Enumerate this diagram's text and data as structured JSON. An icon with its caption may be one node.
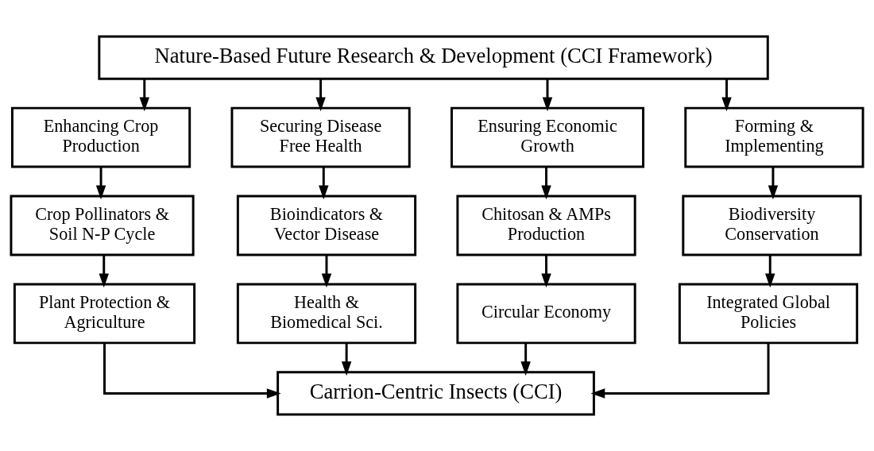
{
  "diagram": {
    "nodes": [
      {
        "text": [
          "Nature-Based Future Research & Development (CCI Framework)"
        ]
      },
      {
        "text": [
          "Enhancing Crop Production"
        ]
      },
      {
        "text": [
          "Securing Disease Free Health"
        ]
      },
      {
        "text": [
          "Ensuring Economic Growth"
        ]
      },
      {
        "text": [
          "Forming & Implementing"
        ]
      },
      {
        "text": [
          "Crop Pollinators & Soil N-P Cycle"
        ]
      },
      {
        "text": [
          "Bioindicators & Vector Disease"
        ]
      },
      {
        "text": [
          "Chitosan & AMPs Production"
        ]
      },
      {
        "text": [
          "Biodiversity Conservation"
        ]
      },
      {
        "text": [
          "Plant Protection & Agriculture"
        ]
      },
      {
        "text": [
          "Health & Biomedical Sci."
        ]
      },
      {
        "text": [
          "Circular Economy"
        ]
      },
      {
        "text": [
          "Integrated Global Policies"
        ]
      },
      {
        "text": [
          "Carrion-Centric Insects (CCI)"
        ]
      }
    ],
    "edges": [
      {
        "from": 0,
        "to": 1,
        "arrow": "to"
      },
      {
        "from": 0,
        "to": 2,
        "arrow": "to"
      },
      {
        "from": 0,
        "to": 3,
        "arrow": "to"
      },
      {
        "from": 0,
        "to": 4,
        "arrow": "to"
      },
      {
        "from": 1,
        "to": 5,
        "arrow": "to"
      },
      {
        "from": 5,
        "to": 9,
        "arrow": "to"
      },
      {
        "from": 2,
        "to": 6,
        "arrow": "to"
      },
      {
        "from": 6,
        "to": 10,
        "arrow": "to"
      },
      {
        "from": 3,
        "to": 7,
        "arrow": "to"
      },
      {
        "from": 7,
        "to": 11,
        "arrow": "to"
      },
      {
        "from": 4,
        "to": 8,
        "arrow": "to"
      },
      {
        "from": 8,
        "to": 12,
        "arrow": "to"
      },
      {
        "from": 9,
        "to": 13,
        "arrow": "to"
      },
      {
        "from": 10,
        "to": 13,
        "arrow": "to"
      },
      {
        "from": 11,
        "to": 13,
        "arrow": "to"
      },
      {
        "from": 12,
        "to": 13,
        "arrow": "to"
      }
    ]
  }
}
